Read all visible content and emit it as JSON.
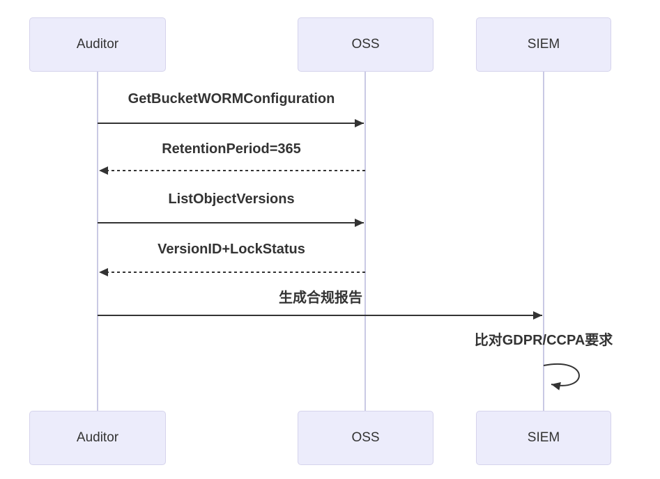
{
  "diagram": {
    "kind": "sequence-diagram",
    "background": "#ffffff",
    "colors": {
      "actor_fill": "#ECECFB",
      "actor_border": "#D5D3EC",
      "lifeline": "#C9C9E4",
      "arrow": "#333333",
      "text": "#333333"
    },
    "actors": [
      {
        "name": "Auditor"
      },
      {
        "name": "OSS"
      },
      {
        "name": "SIEM"
      }
    ],
    "messages": [
      {
        "from": "Auditor",
        "to": "OSS",
        "label": "GetBucketWORMConfiguration",
        "line": "solid",
        "arrow": "filled"
      },
      {
        "from": "OSS",
        "to": "Auditor",
        "label": "RetentionPeriod=365",
        "line": "dashed",
        "arrow": "filled"
      },
      {
        "from": "Auditor",
        "to": "OSS",
        "label": "ListObjectVersions",
        "line": "solid",
        "arrow": "filled"
      },
      {
        "from": "OSS",
        "to": "Auditor",
        "label": "VersionID+LockStatus",
        "line": "dashed",
        "arrow": "filled"
      },
      {
        "from": "Auditor",
        "to": "SIEM",
        "label": "生成合规报告",
        "line": "solid",
        "arrow": "filled"
      },
      {
        "from": "SIEM",
        "to": "SIEM",
        "label": "比对GDPR/CCPA要求",
        "line": "self-loop",
        "arrow": "filled"
      }
    ]
  }
}
